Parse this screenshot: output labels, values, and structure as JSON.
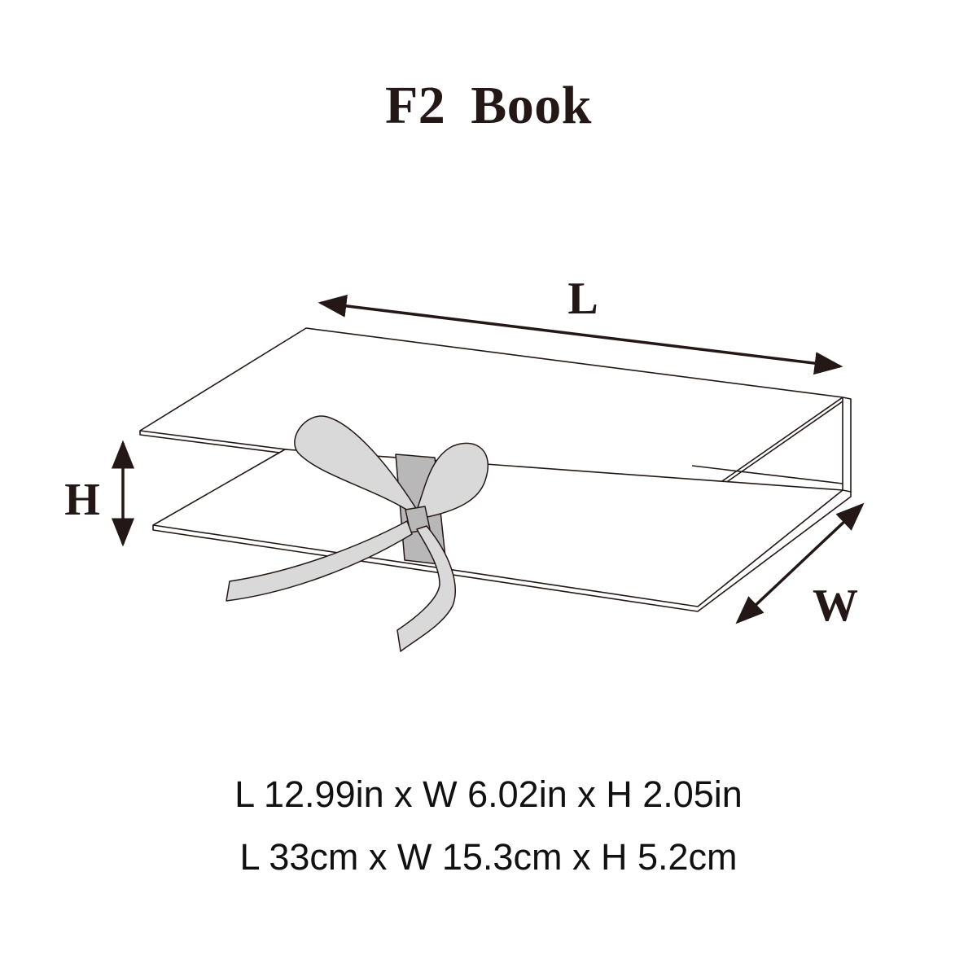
{
  "title": "F2  Book",
  "dimension_labels": {
    "length": "L",
    "height": "H",
    "width": "W"
  },
  "specs": {
    "imperial": "L 12.99in x W 6.02in x H 2.05in",
    "metric": "L 33cm x W 15.3cm x H 5.2cm"
  },
  "colors": {
    "line": "#231815",
    "ribbon_fill": "#d9d9d9",
    "ribbon_shadow": "#b8b8b8",
    "background": "#ffffff"
  }
}
